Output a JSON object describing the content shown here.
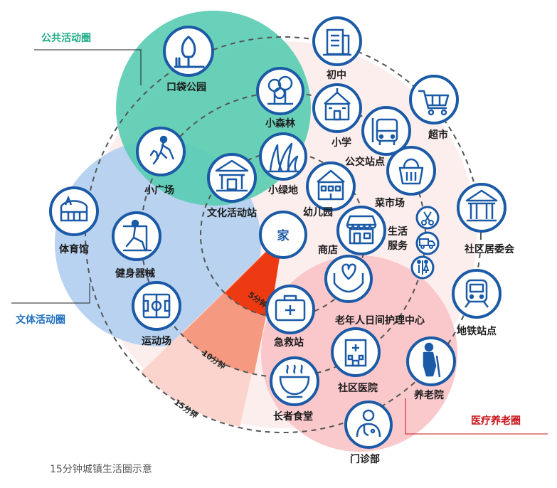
{
  "caption": "15分钟城镇生活圈示意",
  "zones": {
    "public": {
      "label": "公共活动圈",
      "color": "#1aaa86"
    },
    "culture": {
      "label": "文体活动圈",
      "color": "#1f6fc0"
    },
    "medical": {
      "label": "医疗养老圈",
      "color": "#c8151b"
    }
  },
  "rings": {
    "r5": "5分钟",
    "r10": "10分钟",
    "r15": "15分钟"
  },
  "home": "家",
  "facilities": {
    "pocket_park": "口袋公园",
    "small_forest": "小森林",
    "small_green": "小绿地",
    "small_square": "小广场",
    "culture_station": "文化活动站",
    "stadium": "体育馆",
    "fitness": "健身器械",
    "sports_field": "运动场",
    "junior_high": "初中",
    "primary_school": "小学",
    "bus_stop": "公交站点",
    "supermarket": "超市",
    "food_market": "菜市场",
    "kindergarten": "幼儿园",
    "shop": "商店",
    "life_service": "生活\n服务",
    "community_committee": "社区居委会",
    "metro": "地铁站点",
    "first_aid": "急救站",
    "elder_daycare": "老年人日间护理中心",
    "community_hospital": "社区医院",
    "nursing_home": "养老院",
    "elder_canteen": "长者食堂",
    "clinic": "门诊部"
  },
  "colors": {
    "badge_ring": "#1b5aa6",
    "public_fill": "#5fcfb4",
    "culture_fill": "#a9c8ee",
    "medical_fill": "#f9c6c8",
    "wedge_5": "#ef3d15",
    "wedge_10": "#f6957b",
    "wedge_15": "#fbd7cf"
  }
}
